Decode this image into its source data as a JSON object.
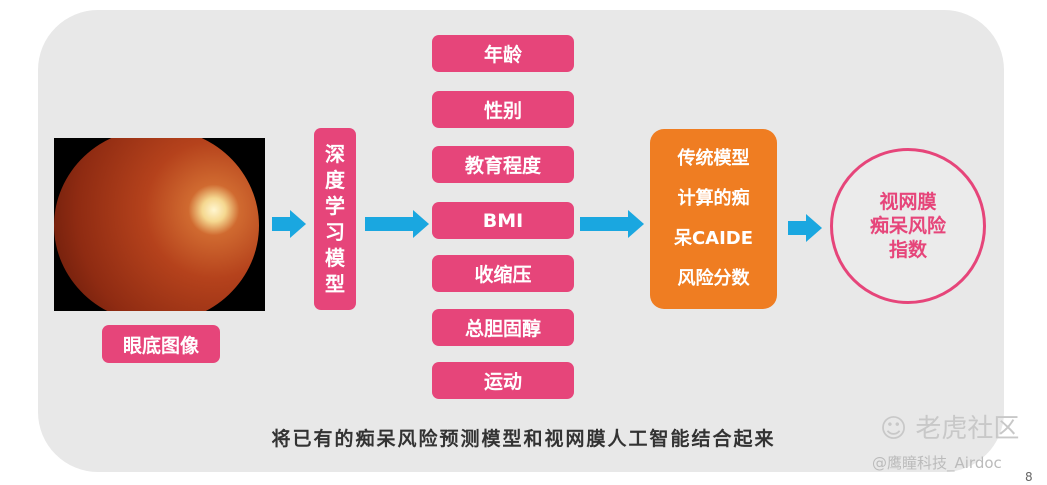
{
  "input": {
    "label": "眼底图像"
  },
  "model": {
    "chars": [
      "深",
      "度",
      "学",
      "习",
      "模",
      "型"
    ]
  },
  "factors": [
    "年龄",
    "性别",
    "教育程度",
    "BMI",
    "收缩压",
    "总胆固醇",
    "运动"
  ],
  "caide": {
    "lines": [
      "传统模型",
      "计算的痴",
      "呆CAIDE",
      "风险分数"
    ]
  },
  "output": {
    "lines": [
      "视网膜",
      "痴呆风险",
      "指数"
    ]
  },
  "caption": "将已有的痴呆风险预测模型和视网膜人工智能结合起来",
  "watermark": {
    "brand": "老虎社区",
    "handle": "@鹰瞳科技_Airdoc"
  },
  "page_number": "8",
  "colors": {
    "pink": "#e6457a",
    "orange": "#ef7d22",
    "arrow": "#1aa7e0"
  }
}
